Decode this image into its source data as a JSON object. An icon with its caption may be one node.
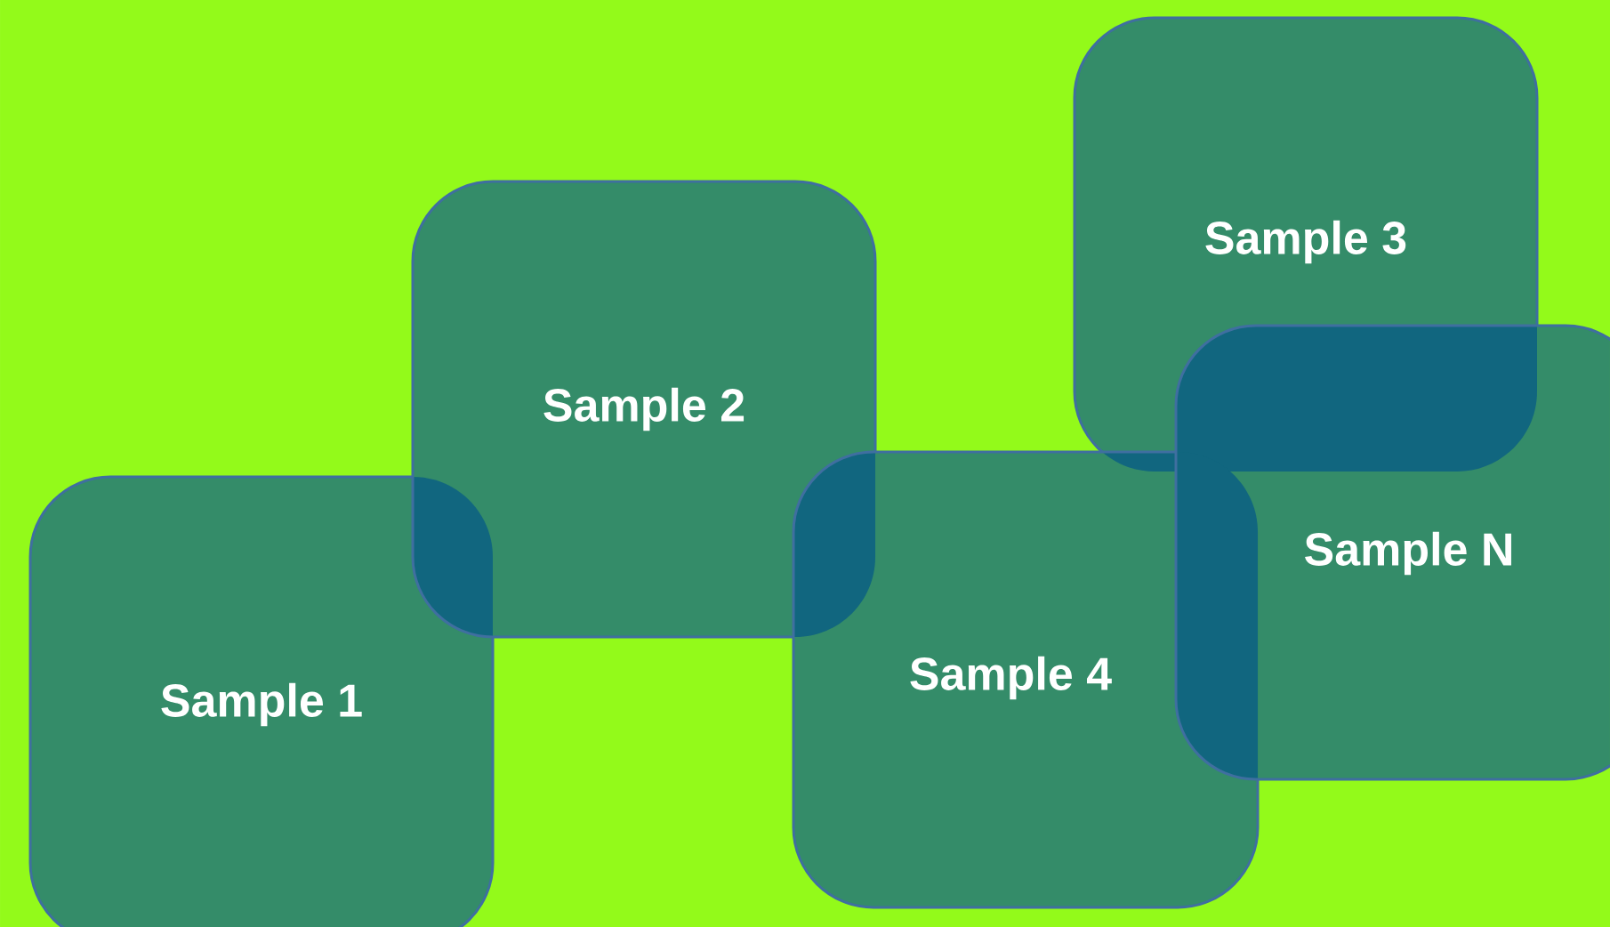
{
  "diagram": {
    "nodes": [
      {
        "text": [
          "Sample 1"
        ]
      },
      {
        "text": [
          "Sample 2"
        ]
      },
      {
        "text": [
          "Sample 3"
        ]
      },
      {
        "text": [
          "Sample 4"
        ]
      },
      {
        "text": [
          "Sample N"
        ]
      }
    ]
  }
}
